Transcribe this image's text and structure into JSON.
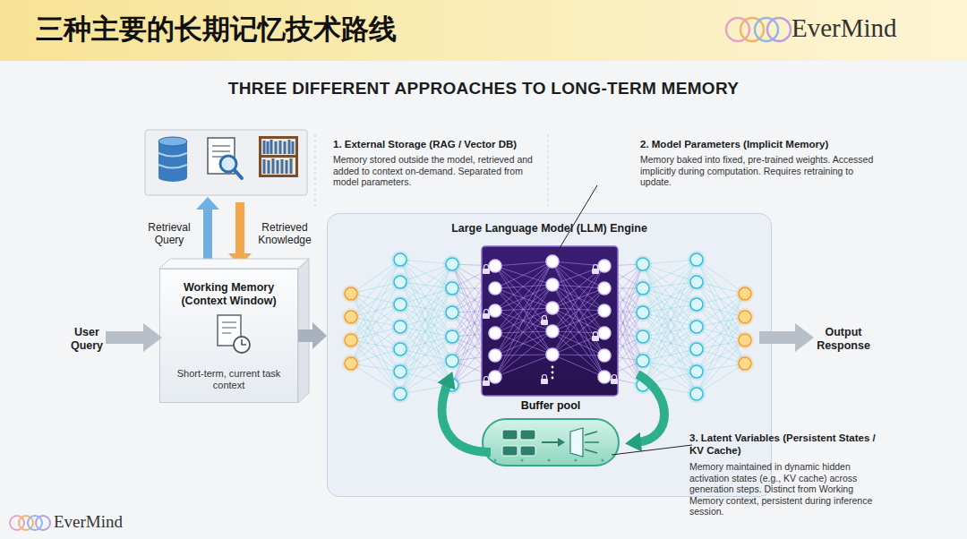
{
  "diagram": {
    "title": "三种主要的长期记忆技术路线",
    "nodes": [
      {
        "text": [
          "Working Memory (Context Window)",
          "Short-term, current task context"
        ]
      },
      {
        "text": [
          "Large Language Model (LLM) Engine"
        ]
      },
      {
        "text": [
          "Buffer pool"
        ],
        "in": 1
      }
    ],
    "edges": [
      {
        "from": 0,
        "to": 1,
        "arrow": "to"
      }
    ],
    "labels": [
      "EverMind",
      "THREE DIFFERENT APPROACHES TO LONG-TERM MEMORY",
      "Retrieval Query",
      "Retrieved Knowledge",
      "User Query",
      "1. External Storage (RAG / Vector DB)",
      "Memory stored outside the model, retrieved and added to context on-demand. Separated from model parameters.",
      "2. Model Parameters (Implicit Memory)",
      "Memory baked into fixed, pre-trained weights. Accessed implicitly during computation. Requires retraining to update.",
      "Output Response",
      "3. Latent Variables (Persistent States / KV Cache)",
      "Memory maintained in dynamic hidden activation states (e.g., KV cache) across generation steps. Distinct from Working Memory context, persistent during inference session.",
      "EverMind"
    ]
  }
}
